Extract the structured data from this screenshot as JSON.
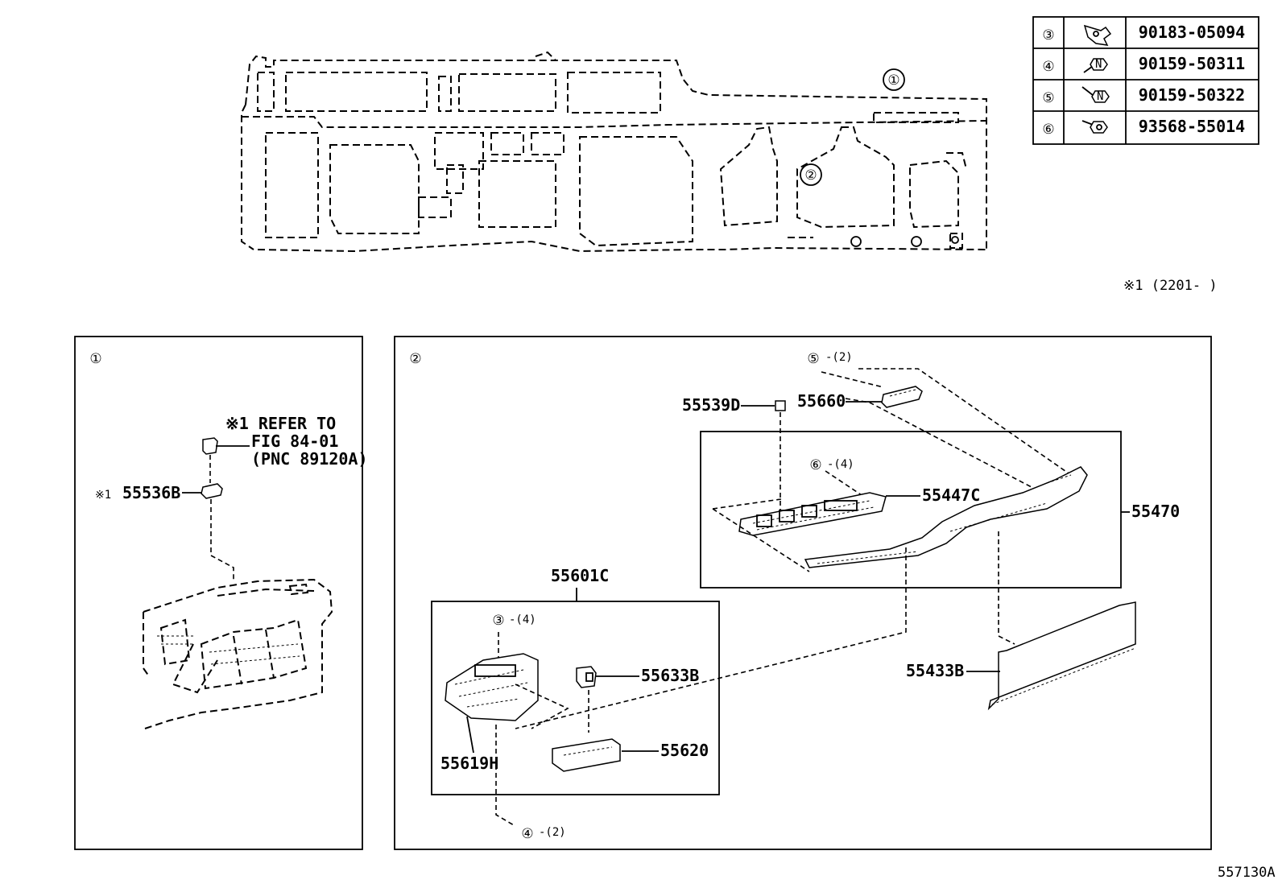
{
  "legend": {
    "rows": [
      {
        "ref": "③",
        "part_no": "90183-05094",
        "icon": "clip-nut-icon"
      },
      {
        "ref": "④",
        "part_no": "90159-50311",
        "icon": "screw-icon"
      },
      {
        "ref": "⑤",
        "part_no": "90159-50322",
        "icon": "screw-icon"
      },
      {
        "ref": "⑥",
        "part_no": "93568-55014",
        "icon": "screw-icon"
      }
    ]
  },
  "overview": {
    "callout1": "①",
    "callout2": "②"
  },
  "note": {
    "text": "※1 (2201-      )"
  },
  "panel1": {
    "badge": "①",
    "ref_line1": "※1 REFER TO",
    "ref_line2": "FIG 84-01",
    "ref_line3": "(PNC 89120A)",
    "mark": "※1",
    "part": "55536B"
  },
  "panel2": {
    "badge": "②",
    "c5_ref": "⑤",
    "c5_qty": "-(2)",
    "c6_ref": "⑥",
    "c6_qty": "-(4)",
    "c3_ref": "③",
    "c3_qty": "-(4)",
    "c4_ref": "④",
    "c4_qty": "-(2)",
    "p55539D": "55539D",
    "p55660": "55660",
    "p55447C": "55447C",
    "p55470": "55470",
    "p55601C": "55601C",
    "p55633B": "55633B",
    "p55619H": "55619H",
    "p55620": "55620",
    "p55433B": "55433B"
  },
  "footer": {
    "diagram_id": "557130A"
  }
}
